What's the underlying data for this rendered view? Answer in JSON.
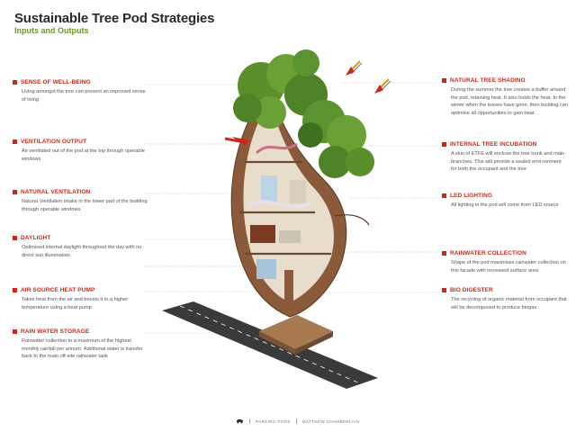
{
  "header": {
    "title": "Sustainable Tree Pod Strategies",
    "subtitle": "Inputs and Outputs"
  },
  "left_callouts": [
    {
      "title": "SENSE OF WELL-BEING",
      "body": "Living amongst the tree can present an improved sense of living"
    },
    {
      "title": "VENTILATION OUTPUT",
      "body": "Air ventilated out of the pod at the top through operable windows"
    },
    {
      "title": "NATURAL VENTILATION",
      "body": "Natural Ventilation intake in the lower part of the building through operable windows."
    },
    {
      "title": "DAYLIGHT",
      "body": "Optimised internal daylight throughout the day with no direct sun illumination"
    },
    {
      "title": "AIR SOURCE HEAT PUMP",
      "body": "Takes heat from the air and boosts it to a higher temperature using a heat pump"
    },
    {
      "title": "RAIN WATER STORAGE",
      "body": "Rainwater collection to a maximum of the highest monthly rainfall per annum. Additional water is transfer back to the main off-site rainwater tank"
    }
  ],
  "right_callouts": [
    {
      "title": "NATURAL TREE SHADING",
      "body": "During the summer the tree creates a buffer around the pod, retaining heat. It also holds the heat. In the winter when the leaves have gone, then building can optimise all opportunities to gain heat."
    },
    {
      "title": "INTERNAL TREE INCUBATION",
      "body": "A skin of ETFE will enclose the tree trunk and main branches. This will provide a sealed envi-ronment for both the occupant and the tree"
    },
    {
      "title": "LED LIGHTING",
      "body": "All lighting in the pod will come from LED source"
    },
    {
      "title": "RAINWATER COLLECTION",
      "body": "Shape of the pod maximises rainwater collection on this facade with increased surface area"
    },
    {
      "title": "BIO DIGESTER",
      "body": "The recycling of organic material from occupant that will be decomposed to produce biogas"
    }
  ],
  "footer": {
    "project": "PARKING PODS",
    "author": "MATTHEW CHAMBERLAIN"
  },
  "colors": {
    "accent": "#c8291c",
    "subtitle": "#6a9a2a",
    "foliage": "#5a8f2c",
    "wood": "#8a5a3a",
    "road": "#3a3a3a"
  },
  "icons": {
    "wind_arrow": "diagonal-arrow-icon",
    "footer_logo": "car-icon"
  }
}
